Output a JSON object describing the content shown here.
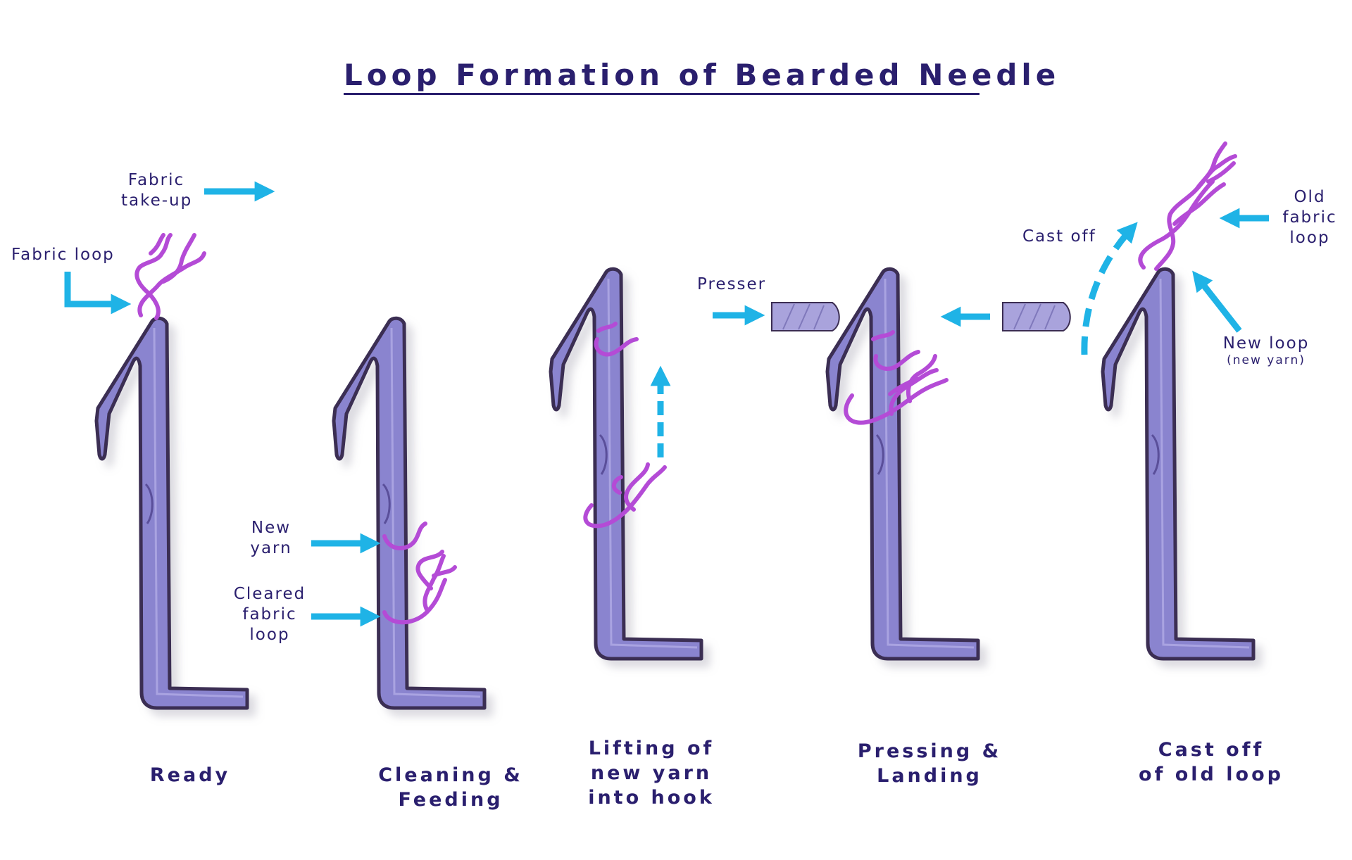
{
  "title": "Loop Formation of Bearded Needle",
  "stages": [
    {
      "caption_l1": "Ready",
      "caption_l2": ""
    },
    {
      "caption_l1": "Cleaning &",
      "caption_l2": "Feeding"
    },
    {
      "caption_l1": "Lifting of",
      "caption_l2": "new yarn",
      "caption_l3": "into hook"
    },
    {
      "caption_l1": "Pressing &",
      "caption_l2": "Landing"
    },
    {
      "caption_l1": "Cast off",
      "caption_l2": "of old loop"
    }
  ],
  "labels": {
    "fabric_takeup_l1": "Fabric",
    "fabric_takeup_l2": "take-up",
    "fabric_loop": "Fabric loop",
    "new_yarn_l1": "New",
    "new_yarn_l2": "yarn",
    "cleared_l1": "Cleared",
    "cleared_l2": "fabric",
    "cleared_l3": "loop",
    "presser": "Presser",
    "cast_off": "Cast off",
    "old_fabric_l1": "Old",
    "old_fabric_l2": "fabric",
    "old_fabric_l3": "loop",
    "new_loop": "New loop",
    "new_loop_sub": "(new yarn)"
  },
  "colors": {
    "needle_fill": "#8a84cf",
    "needle_stroke": "#3b2d52",
    "yarn": "#b44bd6",
    "arrow": "#1fb3e6",
    "text": "#2a1f6e",
    "presser_fill": "#a9a3dc"
  }
}
